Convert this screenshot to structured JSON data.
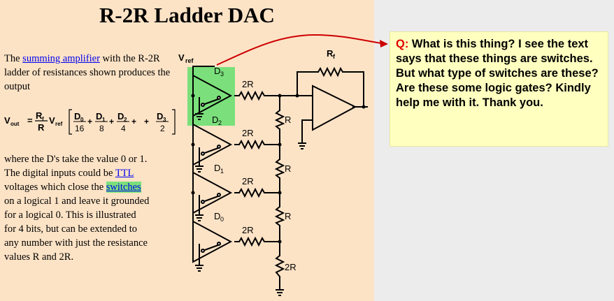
{
  "title": "R-2R Ladder DAC",
  "intro": {
    "p1_pre": "The ",
    "link_summing": "summing amplifier",
    "p1_post": " with the R-2R ladder of resistances shown produces the output"
  },
  "formula": {
    "lhs": "V",
    "lhs_sub": "out",
    "eq": "=",
    "rf": "R",
    "rf_sub": "f",
    "r": "R",
    "vref": "V",
    "vref_sub": "ref",
    "terms": [
      {
        "num": "D",
        "num_sub": "0",
        "den": "16"
      },
      {
        "num": "D",
        "num_sub": "1",
        "den": "8"
      },
      {
        "num": "D",
        "num_sub": "2",
        "den": "4"
      },
      {
        "num": "D",
        "num_sub": "3",
        "den": "2"
      }
    ]
  },
  "body_text": {
    "line1": "where the D's take the value 0 or 1.",
    "line2_pre": "The digital inputs could be ",
    "link_ttl": "TTL",
    "line3_pre": "voltages which close the ",
    "link_switches": "switches",
    "line4": "on a logical 1 and leave it grounded",
    "line5": "for a logical 0. This is illustrated",
    "line6": "for 4 bits, but can be extended to",
    "line7": "any number with just the resistance",
    "line8": "values R and 2R."
  },
  "circuit": {
    "vref_label": "V",
    "vref_sub": "ref",
    "rf_label": "R",
    "rf_sub": "f",
    "switch_labels": [
      {
        "main": "D",
        "sub": "3"
      },
      {
        "main": "D",
        "sub": "2"
      },
      {
        "main": "D",
        "sub": "1"
      },
      {
        "main": "D",
        "sub": "0"
      }
    ],
    "r2_label": "2R",
    "r_label": "R",
    "bottom_label": "2R"
  },
  "note": {
    "prefix": "Q:",
    "text": " What is this thing? I see the text says that these things are switches. But what type of switches are these? Are these some logic gates? Kindly help me with it. Thank you."
  },
  "colors": {
    "page_bg": "#fde3c6",
    "highlight": "#7be07b",
    "note_bg": "#ffffc0",
    "arrow": "#cc0000",
    "link": "#0000ee"
  }
}
